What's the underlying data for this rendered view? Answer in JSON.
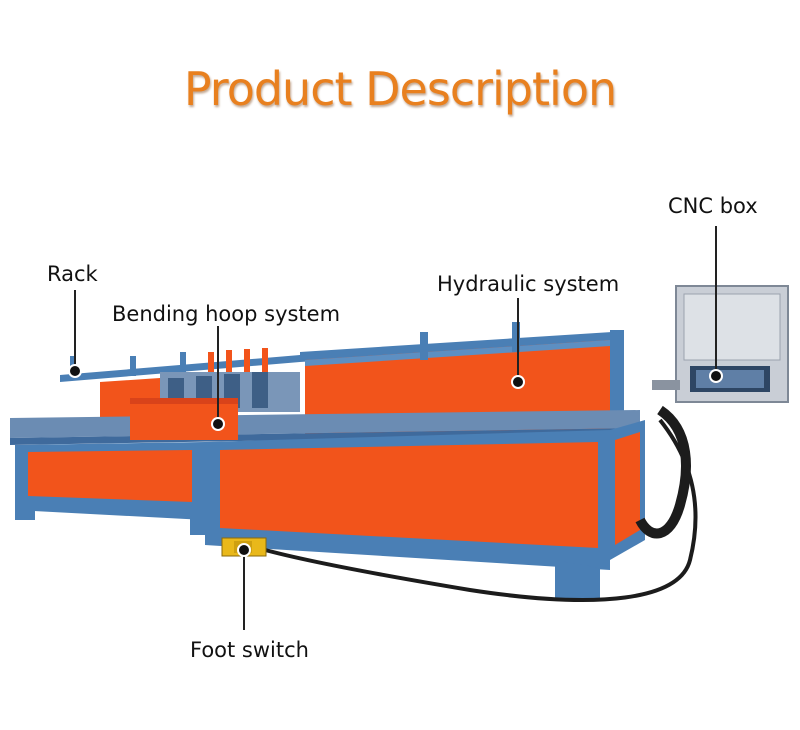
{
  "title": "Product Description",
  "labels": {
    "rack": "Rack",
    "bending": "Bending hoop system",
    "hydraulic": "Hydraulic system",
    "cnc": "CNC box",
    "foot": "Foot switch"
  },
  "colors": {
    "title": "#e8801f",
    "frame": "#4a7fb5",
    "panel": "#f2541b",
    "cable": "#1c1c1c",
    "cnc_box": "#c9ced6"
  }
}
